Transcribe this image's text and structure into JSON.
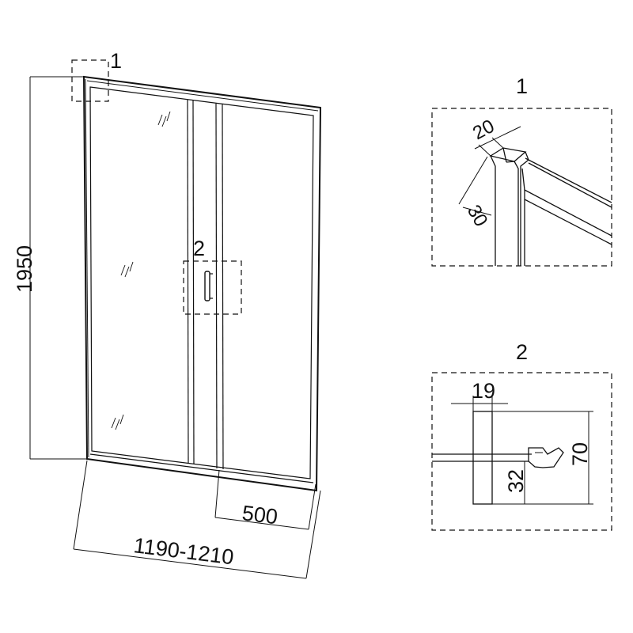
{
  "main_view": {
    "callout_1": "1",
    "callout_2": "2",
    "height_dim": "1950",
    "door_width_dim": "500",
    "total_width_dim": "1190-1210"
  },
  "detail_1": {
    "title": "1",
    "width_dim": "20",
    "depth_dim": "30"
  },
  "detail_2": {
    "title": "2",
    "width_dim": "19",
    "height_dim": "70",
    "offset_dim": "32"
  }
}
